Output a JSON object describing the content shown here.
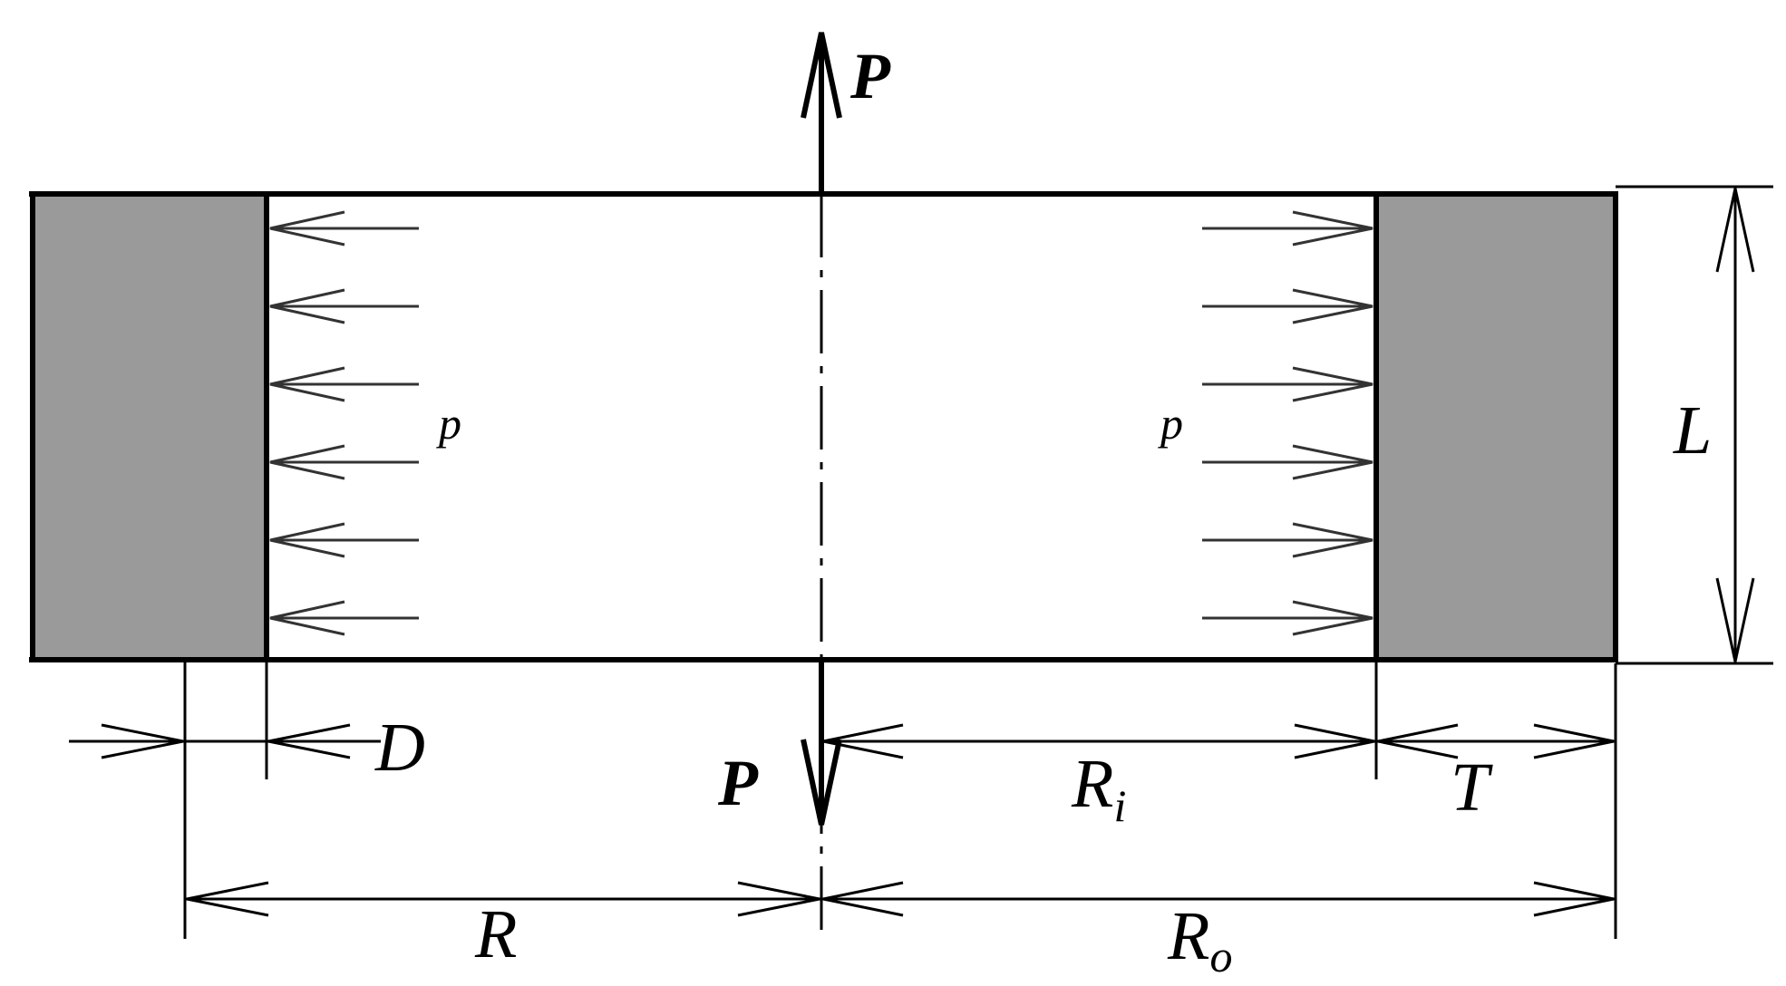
{
  "labels": {
    "force_top": "P",
    "force_bottom": "P",
    "pressure_left": "p",
    "pressure_right": "p",
    "length": "L",
    "gap": "D",
    "inner_radius_main": "R",
    "inner_radius_sub": "i",
    "thickness": "T",
    "radius": "R",
    "outer_radius_main": "R",
    "outer_radius_sub": "o"
  },
  "colors": {
    "wall_fill": "#9a9a9a",
    "line": "#000000",
    "arrow": "#333333"
  }
}
